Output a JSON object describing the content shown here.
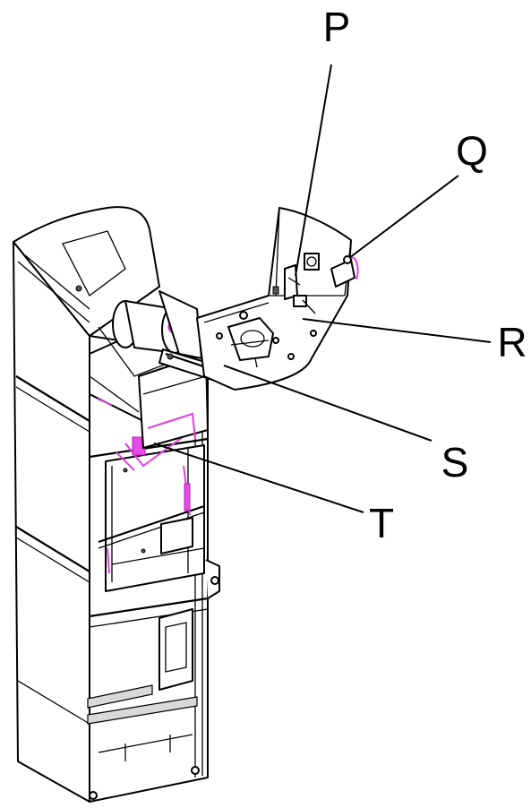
{
  "callouts": [
    {
      "id": "P",
      "label": "P"
    },
    {
      "id": "Q",
      "label": "Q"
    },
    {
      "id": "R",
      "label": "R"
    },
    {
      "id": "S",
      "label": "S"
    },
    {
      "id": "T",
      "label": "T"
    }
  ],
  "colors": {
    "line": "#000000",
    "highlight": "#e040e0",
    "background": "#ffffff"
  }
}
